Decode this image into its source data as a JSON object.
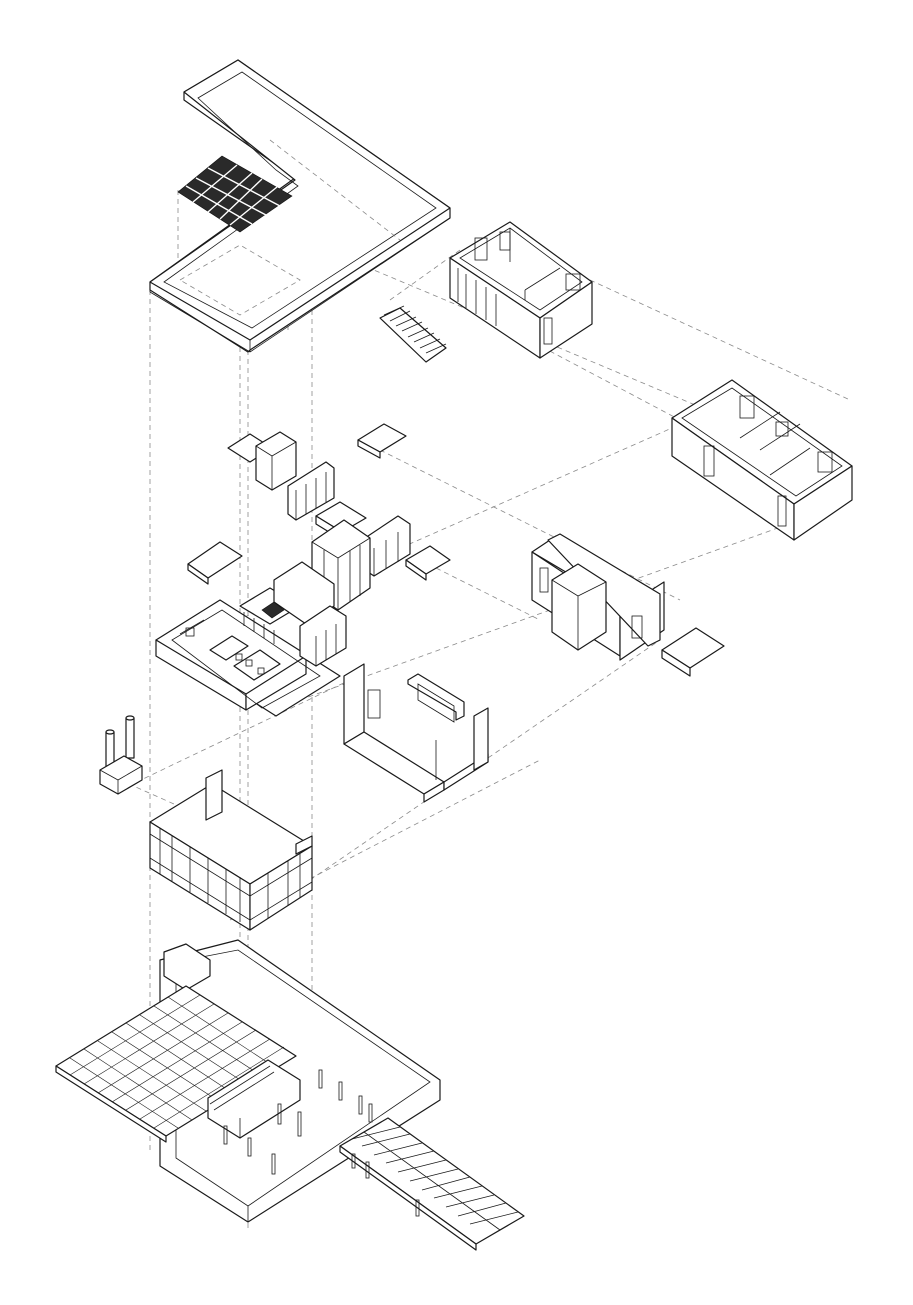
{
  "diagram": {
    "type": "exploded-axonometric",
    "background": "#ffffff",
    "line_color": "#1a1a1a",
    "guide_color": "#8a8a8a",
    "components": [
      "roof-slab",
      "skylight-grid",
      "bedroom-module",
      "louvre-panel",
      "bathroom-module",
      "furniture-set",
      "kitchen-module",
      "storage-module",
      "living-walls",
      "chimney-stove",
      "glazed-pavilion",
      "foundation-deck",
      "boardwalk-ramp"
    ]
  }
}
